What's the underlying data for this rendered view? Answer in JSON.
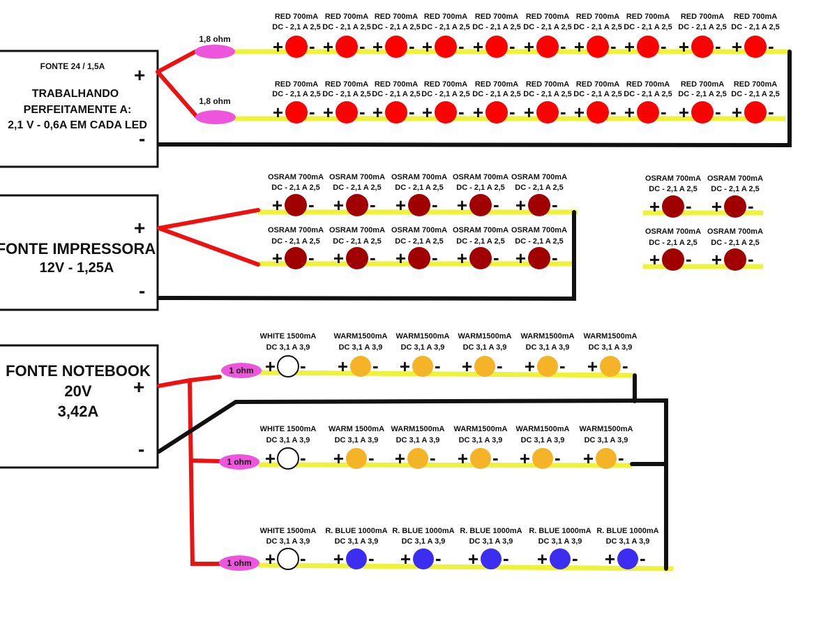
{
  "sources": {
    "s1": {
      "name": "FONTE 24 / 1,5A",
      "line1": "TRABALHANDO",
      "line2": "PERFEITAMENTE A:",
      "line3": "2,1 V - 0,6A EM CADA LED",
      "plus": "+",
      "minus": "-"
    },
    "s2": {
      "name": "FONTE IMPRESSORA",
      "line1": "12V - 1,25A",
      "plus": "+",
      "minus": "-"
    },
    "s3": {
      "name": "FONTE NOTEBOOK",
      "line1": "20V",
      "line2": "3,42A",
      "plus": "+",
      "minus": "-"
    }
  },
  "resistors": {
    "r1": "1,8 ohm",
    "r2": "1,8 ohm",
    "r3": "1 ohm",
    "r4": "1 ohm",
    "r5": "1 ohm"
  },
  "led_types": {
    "red": {
      "name": "RED 700mA",
      "spec": "DC - 2,1 A 2,5",
      "color": "#ff0000"
    },
    "osram": {
      "name": "OSRAM 700mA",
      "spec": "DC - 2,1 A 2,5",
      "color": "#a00000"
    },
    "white": {
      "name": "WHITE 1500mA",
      "spec": "DC 3,1 A 3,9",
      "color": "#ffffff"
    },
    "warm_a": {
      "name": "WARM1500mA",
      "spec": "DC 3,1 A 3,9",
      "color": "#f5b328"
    },
    "warm_b": {
      "name": "WARM 1500mA",
      "spec": "DC 3,1 A 3,9",
      "color": "#f5b328"
    },
    "blue": {
      "name": "R. BLUE 1000mA",
      "spec": "DC 3,1 A 3,9",
      "color": "#3b2ef0"
    }
  },
  "strings": [
    {
      "id": "red-row-1",
      "leds": [
        "red",
        "red",
        "red",
        "red",
        "red",
        "red",
        "red",
        "red",
        "red",
        "red"
      ]
    },
    {
      "id": "red-row-2",
      "leds": [
        "red",
        "red",
        "red",
        "red",
        "red",
        "red",
        "red",
        "red",
        "red",
        "red"
      ]
    },
    {
      "id": "osram-row-1",
      "leds": [
        "osram",
        "osram",
        "osram",
        "osram",
        "osram"
      ]
    },
    {
      "id": "osram-row-2",
      "leds": [
        "osram",
        "osram",
        "osram",
        "osram",
        "osram"
      ]
    },
    {
      "id": "osram-spare-1",
      "leds": [
        "osram",
        "osram"
      ]
    },
    {
      "id": "osram-spare-2",
      "leds": [
        "osram",
        "osram"
      ]
    },
    {
      "id": "nb-row-1",
      "leds": [
        "white",
        "warm_a",
        "warm_a",
        "warm_a",
        "warm_a",
        "warm_a"
      ]
    },
    {
      "id": "nb-row-2",
      "leds": [
        "white",
        "warm_b",
        "warm_a",
        "warm_a",
        "warm_a",
        "warm_a"
      ]
    },
    {
      "id": "nb-row-3",
      "leds": [
        "white",
        "blue",
        "blue",
        "blue",
        "blue",
        "blue"
      ]
    }
  ],
  "colors": {
    "wire_positive": "#ee1111",
    "wire_negative": "#111111",
    "led_strip": "#eef23a",
    "resistor": "#ee55dd"
  }
}
